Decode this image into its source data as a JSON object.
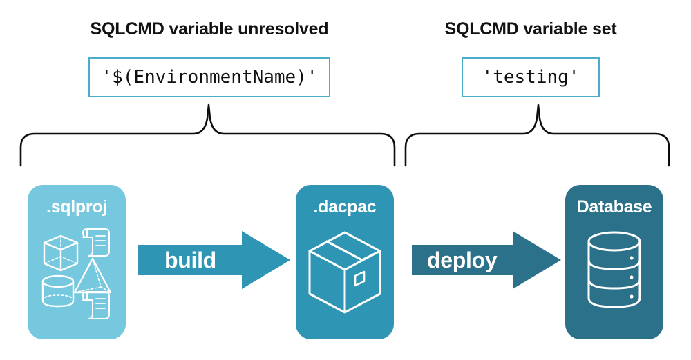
{
  "groups": [
    {
      "title": "SQLCMD variable unresolved",
      "code_value": "'$(EnvironmentName)'"
    },
    {
      "title": "SQLCMD variable set",
      "code_value": "'testing'"
    }
  ],
  "artifacts": [
    {
      "label": ".sqlproj",
      "icons": [
        "cube-icon",
        "scroll-icon",
        "pyramid-icon",
        "cylinder-icon",
        "scroll-icon"
      ],
      "color": "#76c8de"
    },
    {
      "label": ".dacpac",
      "icons": [
        "package-box-icon"
      ],
      "color": "#2e95b4"
    },
    {
      "label": "Database",
      "icons": [
        "database-cylinder-icon"
      ],
      "color": "#2b7189"
    }
  ],
  "arrows": [
    {
      "label": "build",
      "color": "#2e95b4"
    },
    {
      "label": "deploy",
      "color": "#2b7189"
    }
  ],
  "style": {
    "background": "#ffffff",
    "code_border": "#4aaecb",
    "brace_color": "#0d0d0d",
    "text_color": "#121212"
  }
}
